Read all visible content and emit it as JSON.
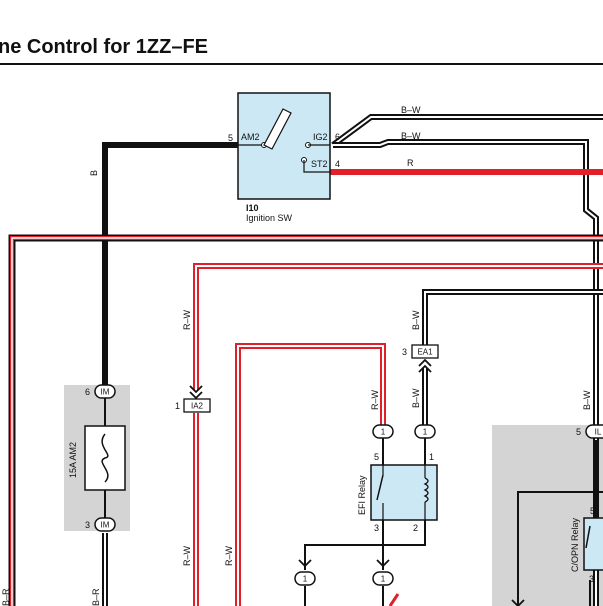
{
  "title": "ne Control for 1ZZ–FE",
  "colors": {
    "wire_black": "#111111",
    "wire_red": "#e0202a",
    "component_fill": "#cce8f4",
    "shade": "#d4d4d4",
    "stroke": "#111111",
    "background": "#ffffff"
  },
  "ignition": {
    "code": "I10",
    "name": "Ignition SW",
    "am2_label": "AM2",
    "am2_pin": "5",
    "ig2_label": "IG2",
    "ig2_pin": "6",
    "st2_label": "ST2",
    "st2_pin": "4"
  },
  "wires": {
    "b_w_top": "B–W",
    "b_w_mid": "B–W",
    "r": "R",
    "b": "B",
    "r_w_left": "R–W",
    "r_w_relay": "R–W",
    "b_w_ea1_top": "B–W",
    "b_w_ea1_bottom": "B–W",
    "b_w_right": "B–W",
    "r_w_bottom_a": "R–W",
    "r_w_bottom_b": "R–W",
    "b_r_a": "B–R",
    "b_r_b": "B–R"
  },
  "fuse": {
    "label": "15A AM2",
    "top_pin": "6",
    "top_connector": "IM",
    "bottom_pin": "3",
    "bottom_connector": "IM"
  },
  "ia2": {
    "pin": "1",
    "label": "IA2"
  },
  "ea1": {
    "pin": "3",
    "label": "EA1"
  },
  "efi_relay": {
    "name": "EFI Relay",
    "pin_top_left": "5",
    "pin_top_right": "1",
    "pin_bottom_left": "3",
    "pin_bottom_right": "2"
  },
  "junctions": {
    "relay_in_a": "1",
    "relay_in_b": "1",
    "lower_a": "1",
    "lower_b": "1"
  },
  "copn_relay": {
    "name": "C/OPN Relay",
    "connector_pin": "5",
    "connector_label": "IL",
    "pin_top": "5",
    "pin_bottom": "3"
  }
}
